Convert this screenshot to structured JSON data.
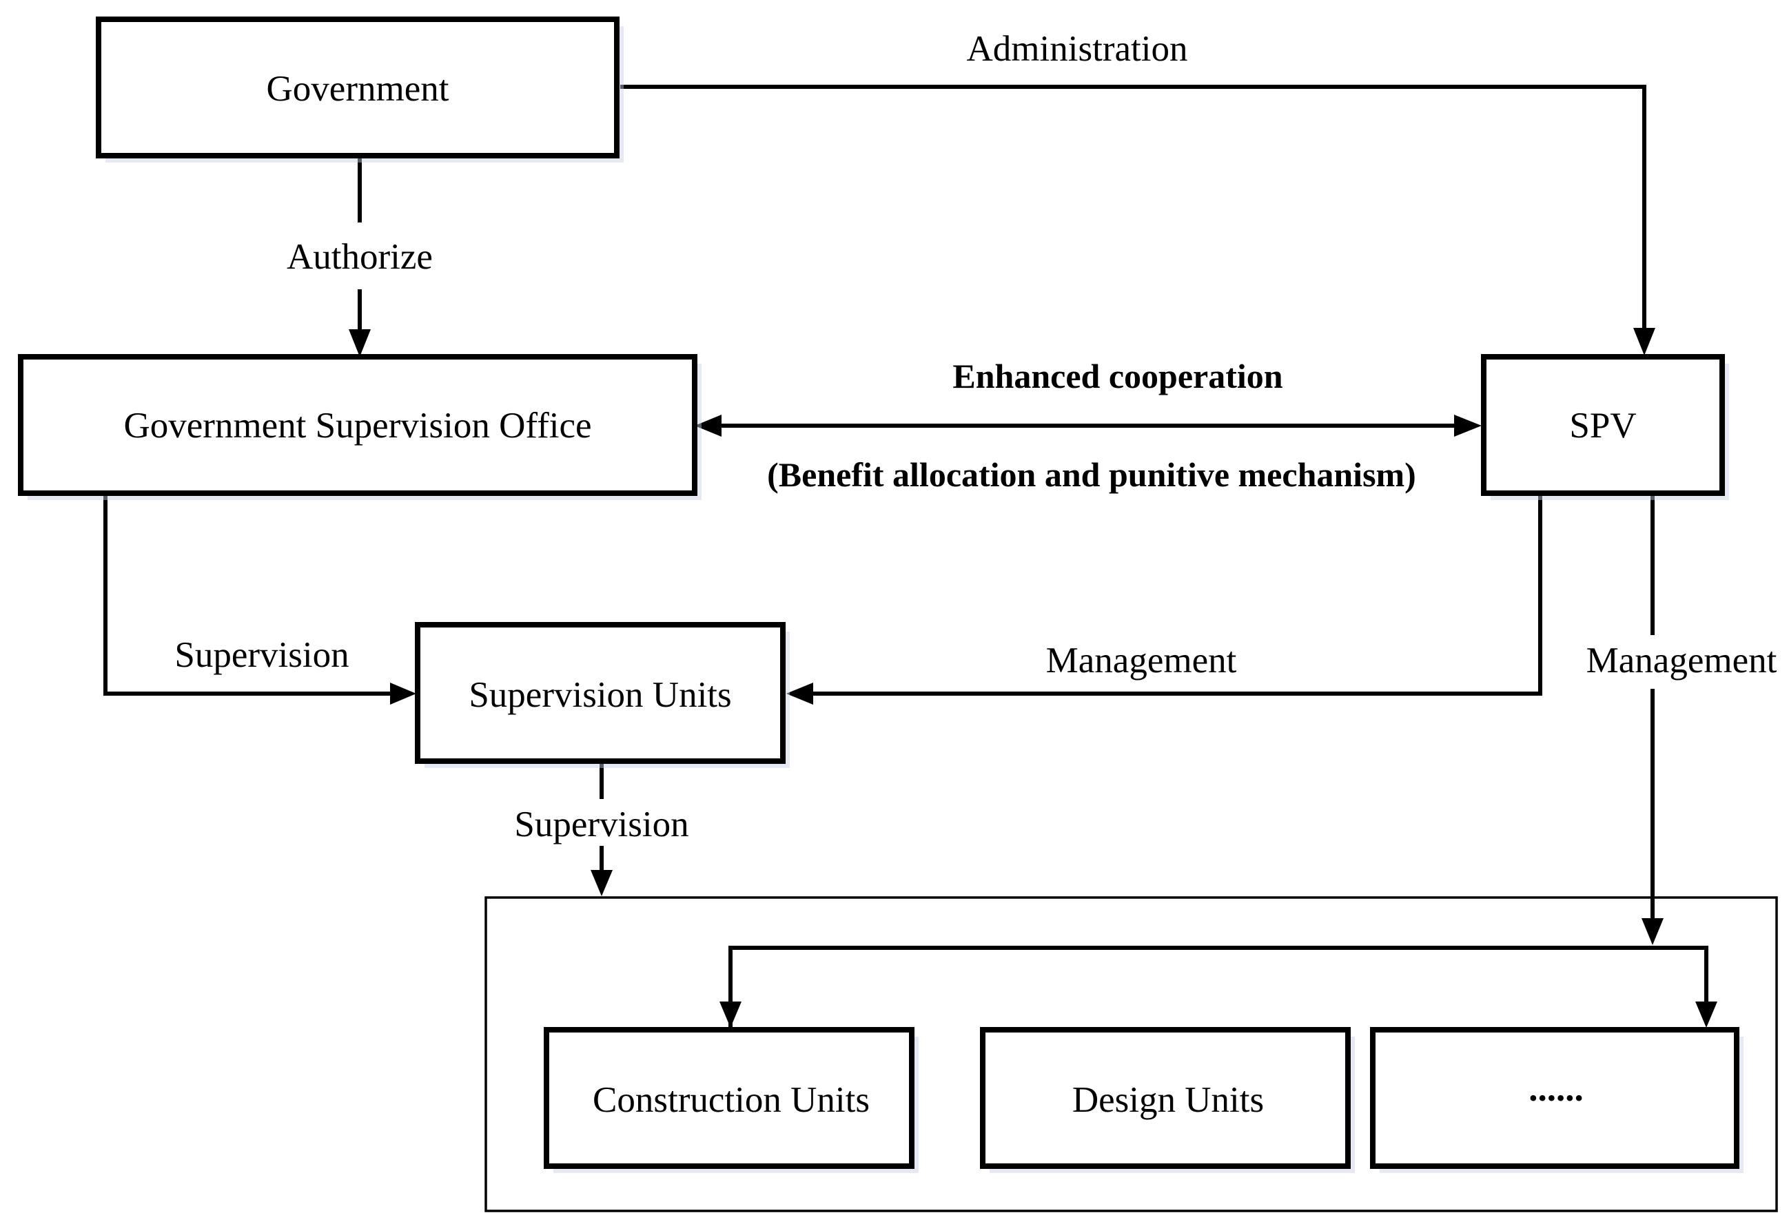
{
  "nodes": {
    "government": "Government",
    "government_supervision_office": "Government Supervision Office",
    "spv": "SPV",
    "supervision_units": "Supervision Units",
    "construction_units": "Construction Units",
    "design_units": "Design Units",
    "other_units": "......"
  },
  "edges": {
    "administration": "Administration",
    "authorize": "Authorize",
    "enhanced_cooperation": "Enhanced cooperation",
    "cooperation_detail": "(Benefit allocation and  punitive mechanism)",
    "office_supervision": "Supervision",
    "spv_management_to_supervision_units": "Management",
    "spv_management_to_contractors": "Management",
    "units_supervision": "Supervision"
  }
}
